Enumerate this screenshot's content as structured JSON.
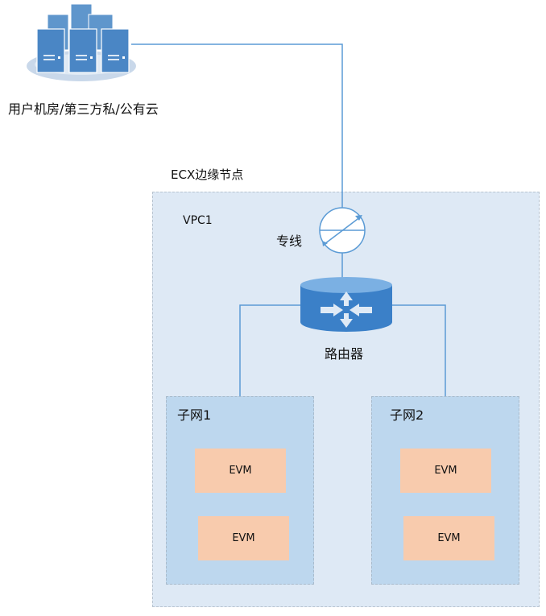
{
  "user_site": {
    "label": "用户机房/第三方私/公有云",
    "icon": "server-cluster-icon"
  },
  "edge_node": {
    "label": "ECX边缘节点"
  },
  "vpc": {
    "label": "VPC1"
  },
  "dedicated_line": {
    "label": "专线",
    "icon": "line-converter-icon"
  },
  "router": {
    "label": "路由器",
    "icon": "router-icon"
  },
  "subnets": [
    {
      "label": "子网1",
      "evms": [
        "EVM",
        "EVM"
      ]
    },
    {
      "label": "子网2",
      "evms": [
        "EVM",
        "EVM"
      ]
    }
  ],
  "colors": {
    "line": "#5b9bd5",
    "vpc_fill": "#dee9f5",
    "subnet_fill": "#bdd7ee",
    "evm_fill": "#f8cbad",
    "router_fill": "#3b80c8"
  }
}
